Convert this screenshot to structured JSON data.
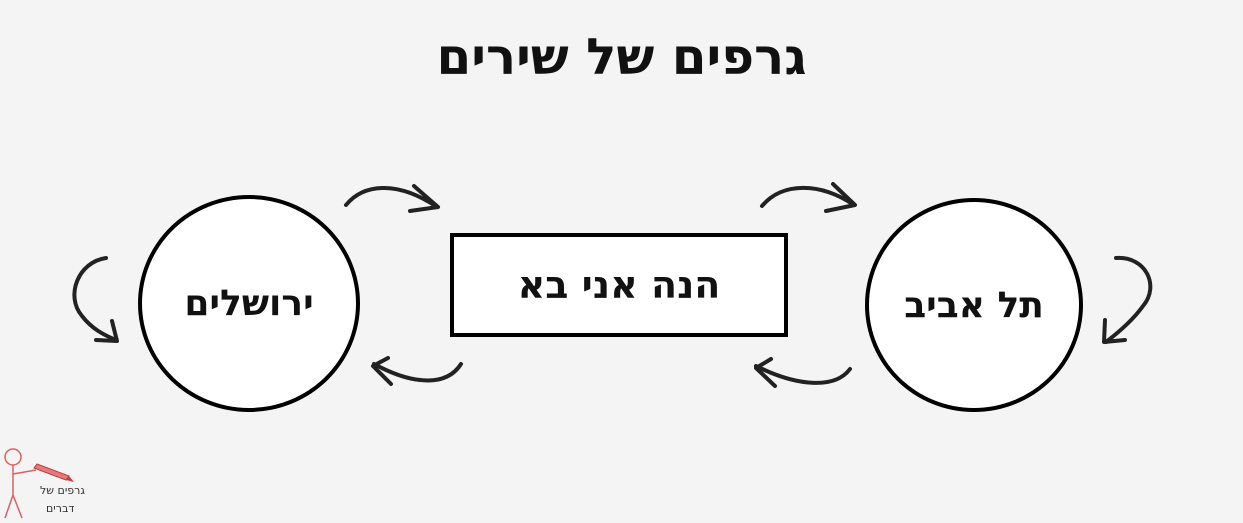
{
  "title": "גרפים של שירים",
  "nodes": {
    "jerusalem": "ירושלים",
    "center": "הנה אני בא",
    "telaviv": "תל אביב"
  },
  "logo": {
    "line1": "גרפים של",
    "line2": "דברים"
  }
}
